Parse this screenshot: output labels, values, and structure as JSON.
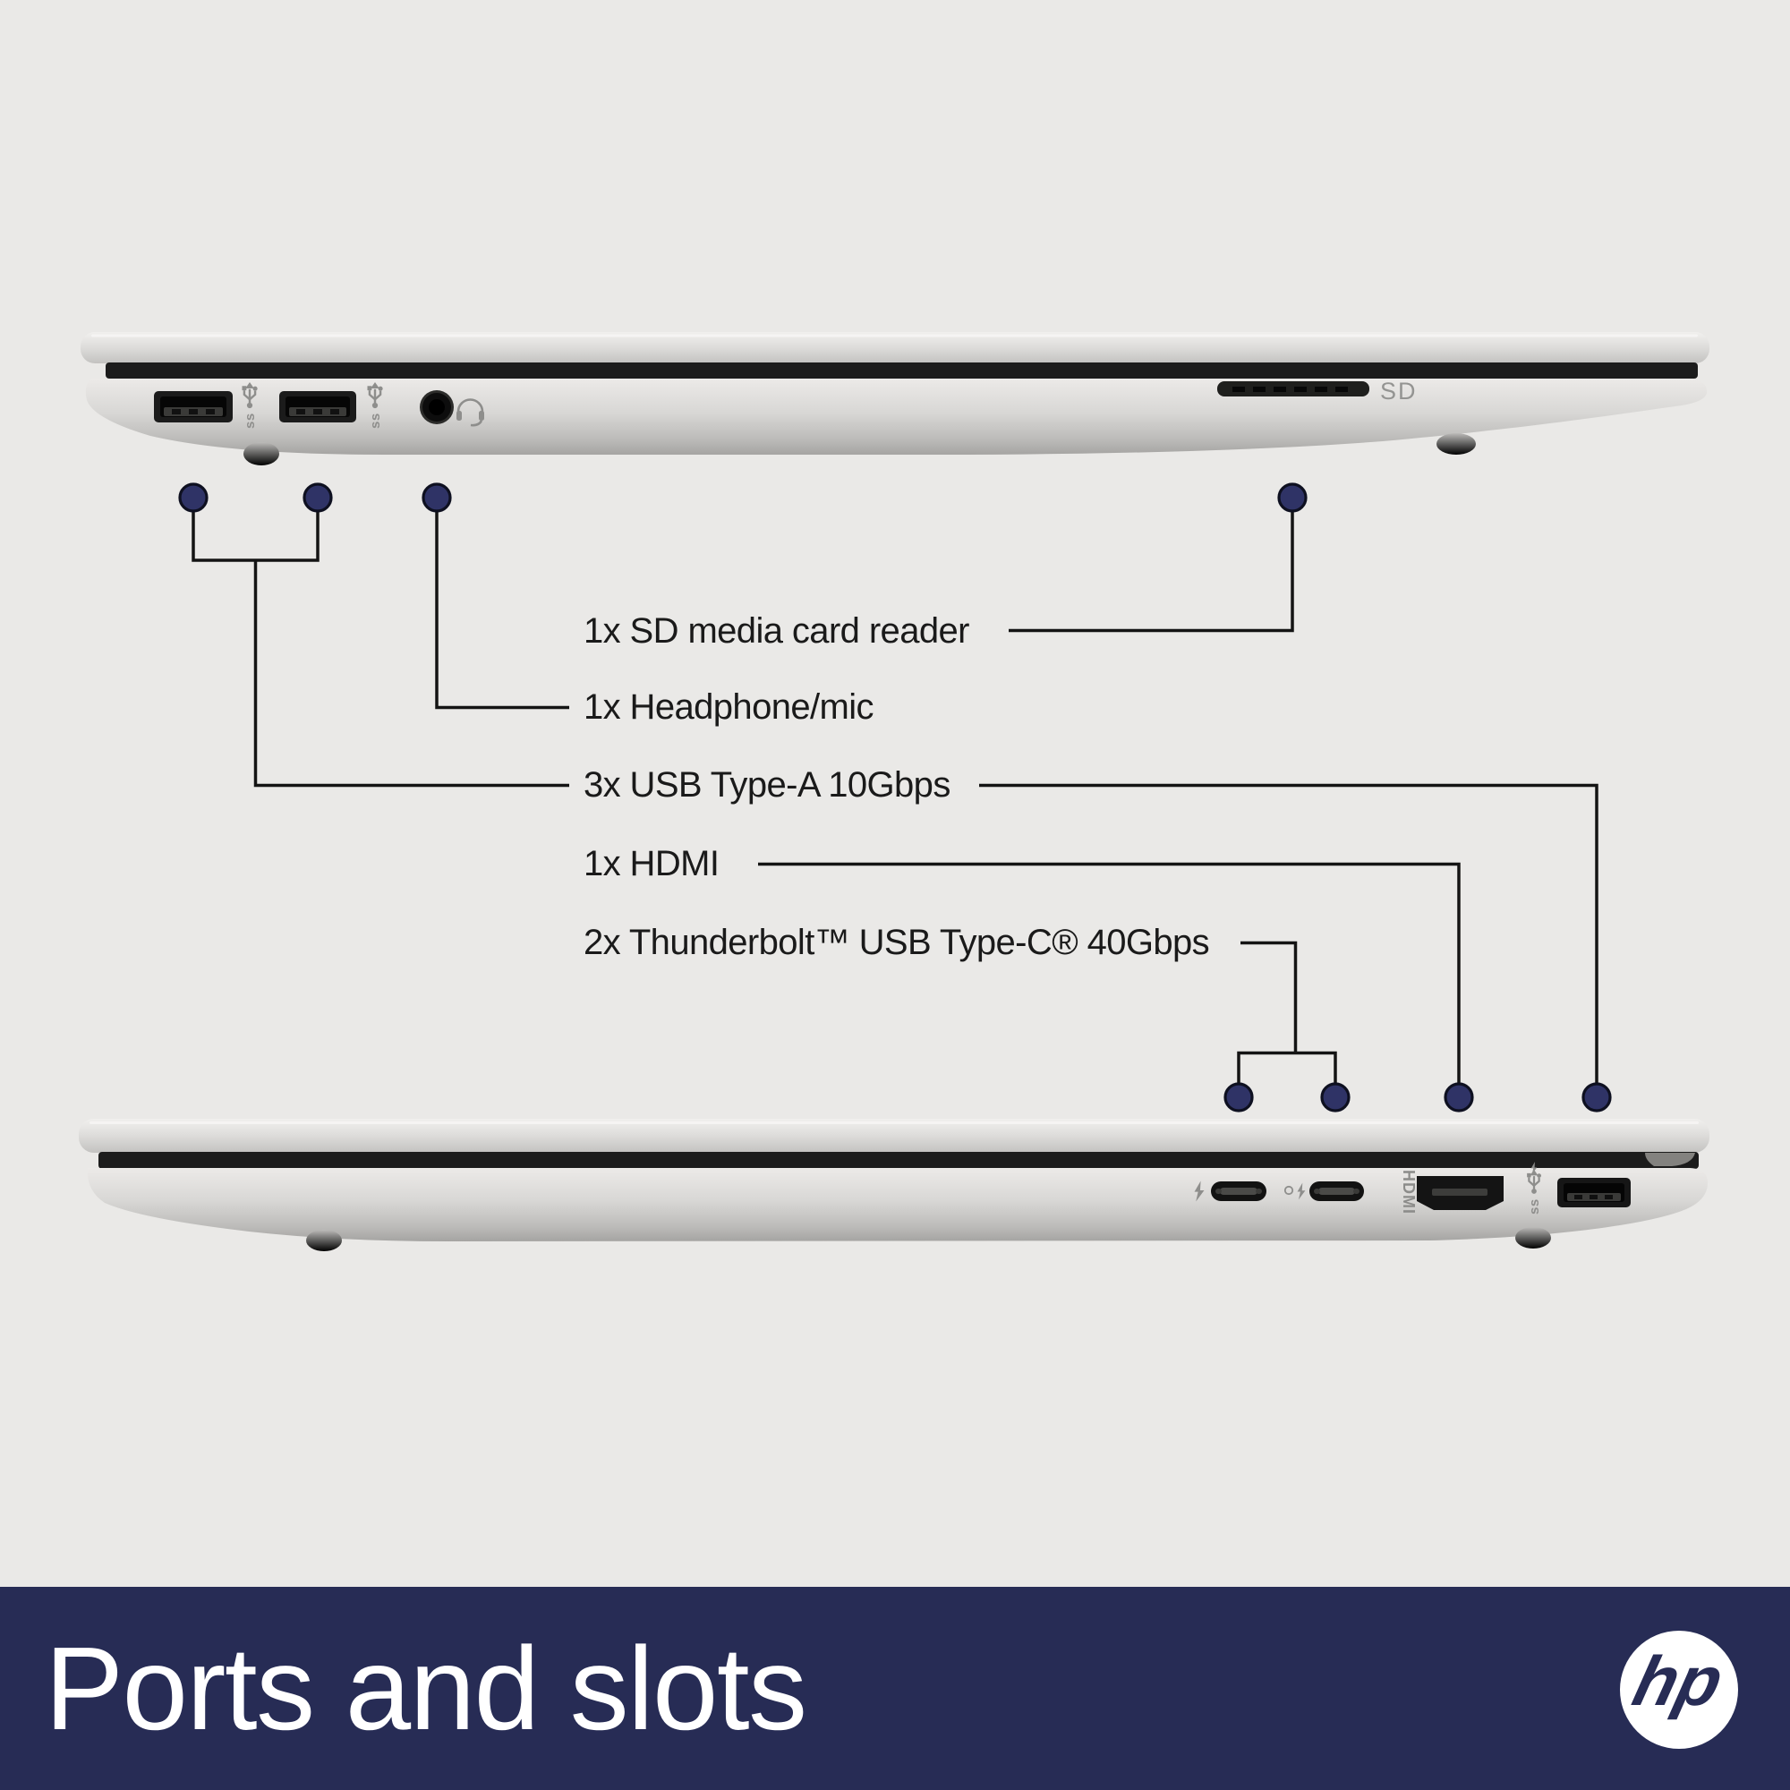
{
  "banner": {
    "title": "Ports and slots",
    "brand": "hp"
  },
  "callouts": {
    "labels": [
      {
        "id": "sd-card-reader",
        "text": "1x SD media card reader"
      },
      {
        "id": "headphone-mic",
        "text": "1x Headphone/mic"
      },
      {
        "id": "usb-type-a",
        "text": "3x USB Type-A 10Gbps"
      },
      {
        "id": "hdmi",
        "text": "1x HDMI"
      },
      {
        "id": "thunderbolt",
        "text": "2x Thunderbolt™ USB Type-C® 40Gbps"
      }
    ]
  },
  "top_laptop": {
    "sd_slot_label": "SD"
  },
  "bottom_laptop": {
    "hdmi_port_label": "HDMI"
  },
  "colors": {
    "background": "#eae9e7",
    "banner_navy": "#272c55",
    "callout_dot_fill": "#2f3366",
    "callout_dot_stroke": "#0e1020",
    "callout_line": "#141414",
    "laptop_silver": "#d9d8d6",
    "port_black": "#161616",
    "icon_gray": "#8e8e8c"
  }
}
